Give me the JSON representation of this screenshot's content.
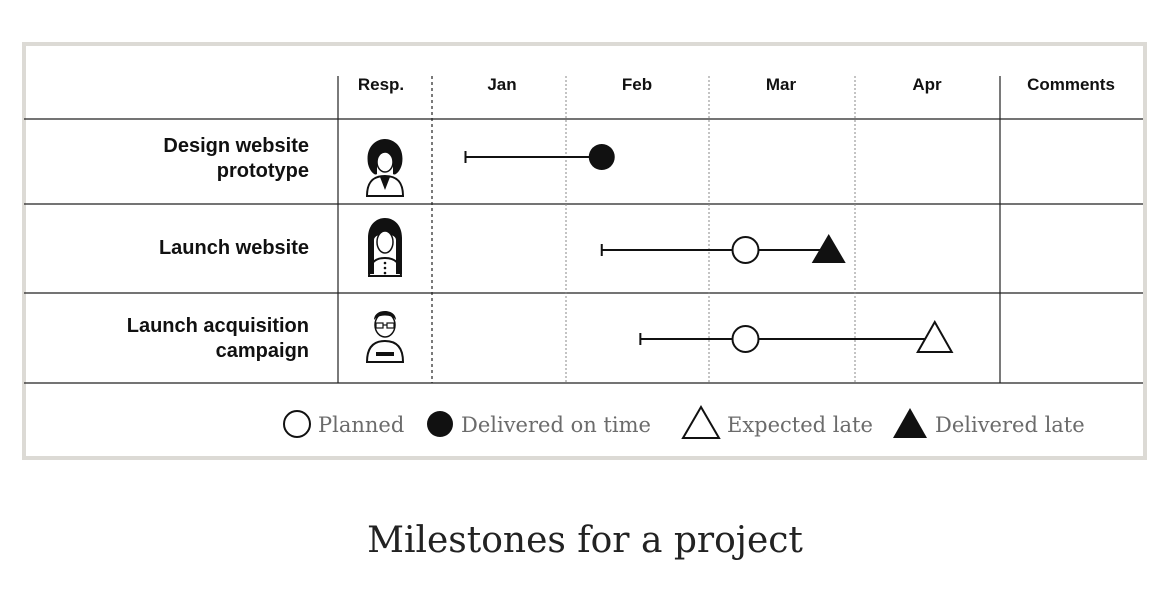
{
  "header": {
    "resp_label": "Resp.",
    "months": [
      "Jan",
      "Feb",
      "Mar",
      "Apr"
    ],
    "comments_label": "Comments"
  },
  "tasks": [
    {
      "name_lines": [
        "Design website",
        "prototype"
      ],
      "responsible_icon": "woman-short-hair-icon",
      "start": 0.25,
      "milestones": [
        {
          "at": 1.25,
          "type": "delivered-on-time"
        }
      ]
    },
    {
      "name_lines": [
        "Launch website"
      ],
      "responsible_icon": "woman-long-hair-icon",
      "start": 1.25,
      "milestones": [
        {
          "at": 2.25,
          "type": "planned"
        },
        {
          "at": 2.82,
          "type": "delivered-late"
        }
      ]
    },
    {
      "name_lines": [
        "Launch acquisition",
        "campaign"
      ],
      "responsible_icon": "man-glasses-icon",
      "start": 1.52,
      "milestones": [
        {
          "at": 2.25,
          "type": "planned"
        },
        {
          "at": 3.55,
          "type": "expected-late"
        }
      ]
    }
  ],
  "legend": [
    {
      "type": "planned",
      "label": "Planned"
    },
    {
      "type": "delivered-on-time",
      "label": "Delivered on time"
    },
    {
      "type": "expected-late",
      "label": "Expected late"
    },
    {
      "type": "delivered-late",
      "label": "Delivered late"
    }
  ],
  "caption": "Milestones for a project"
}
